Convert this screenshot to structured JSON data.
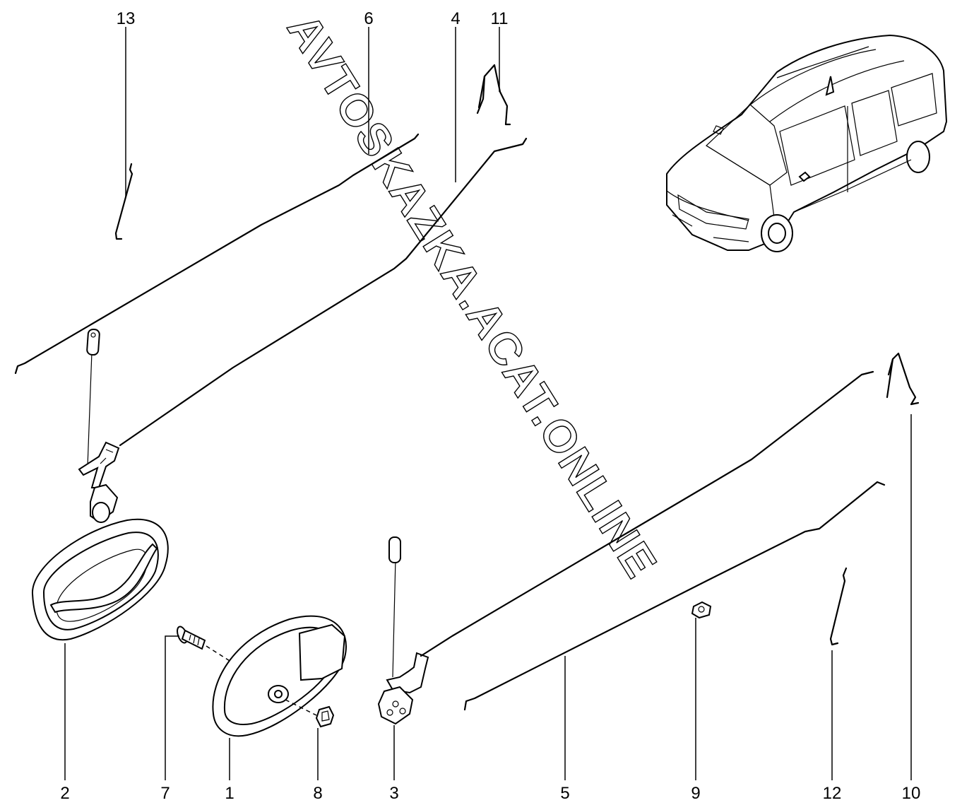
{
  "watermark": "AVTOSKAZKA.ACAT.ONLINE",
  "callouts": [
    "1",
    "2",
    "3",
    "4",
    "5",
    "6",
    "7",
    "8",
    "9",
    "10",
    "11",
    "12",
    "13"
  ]
}
